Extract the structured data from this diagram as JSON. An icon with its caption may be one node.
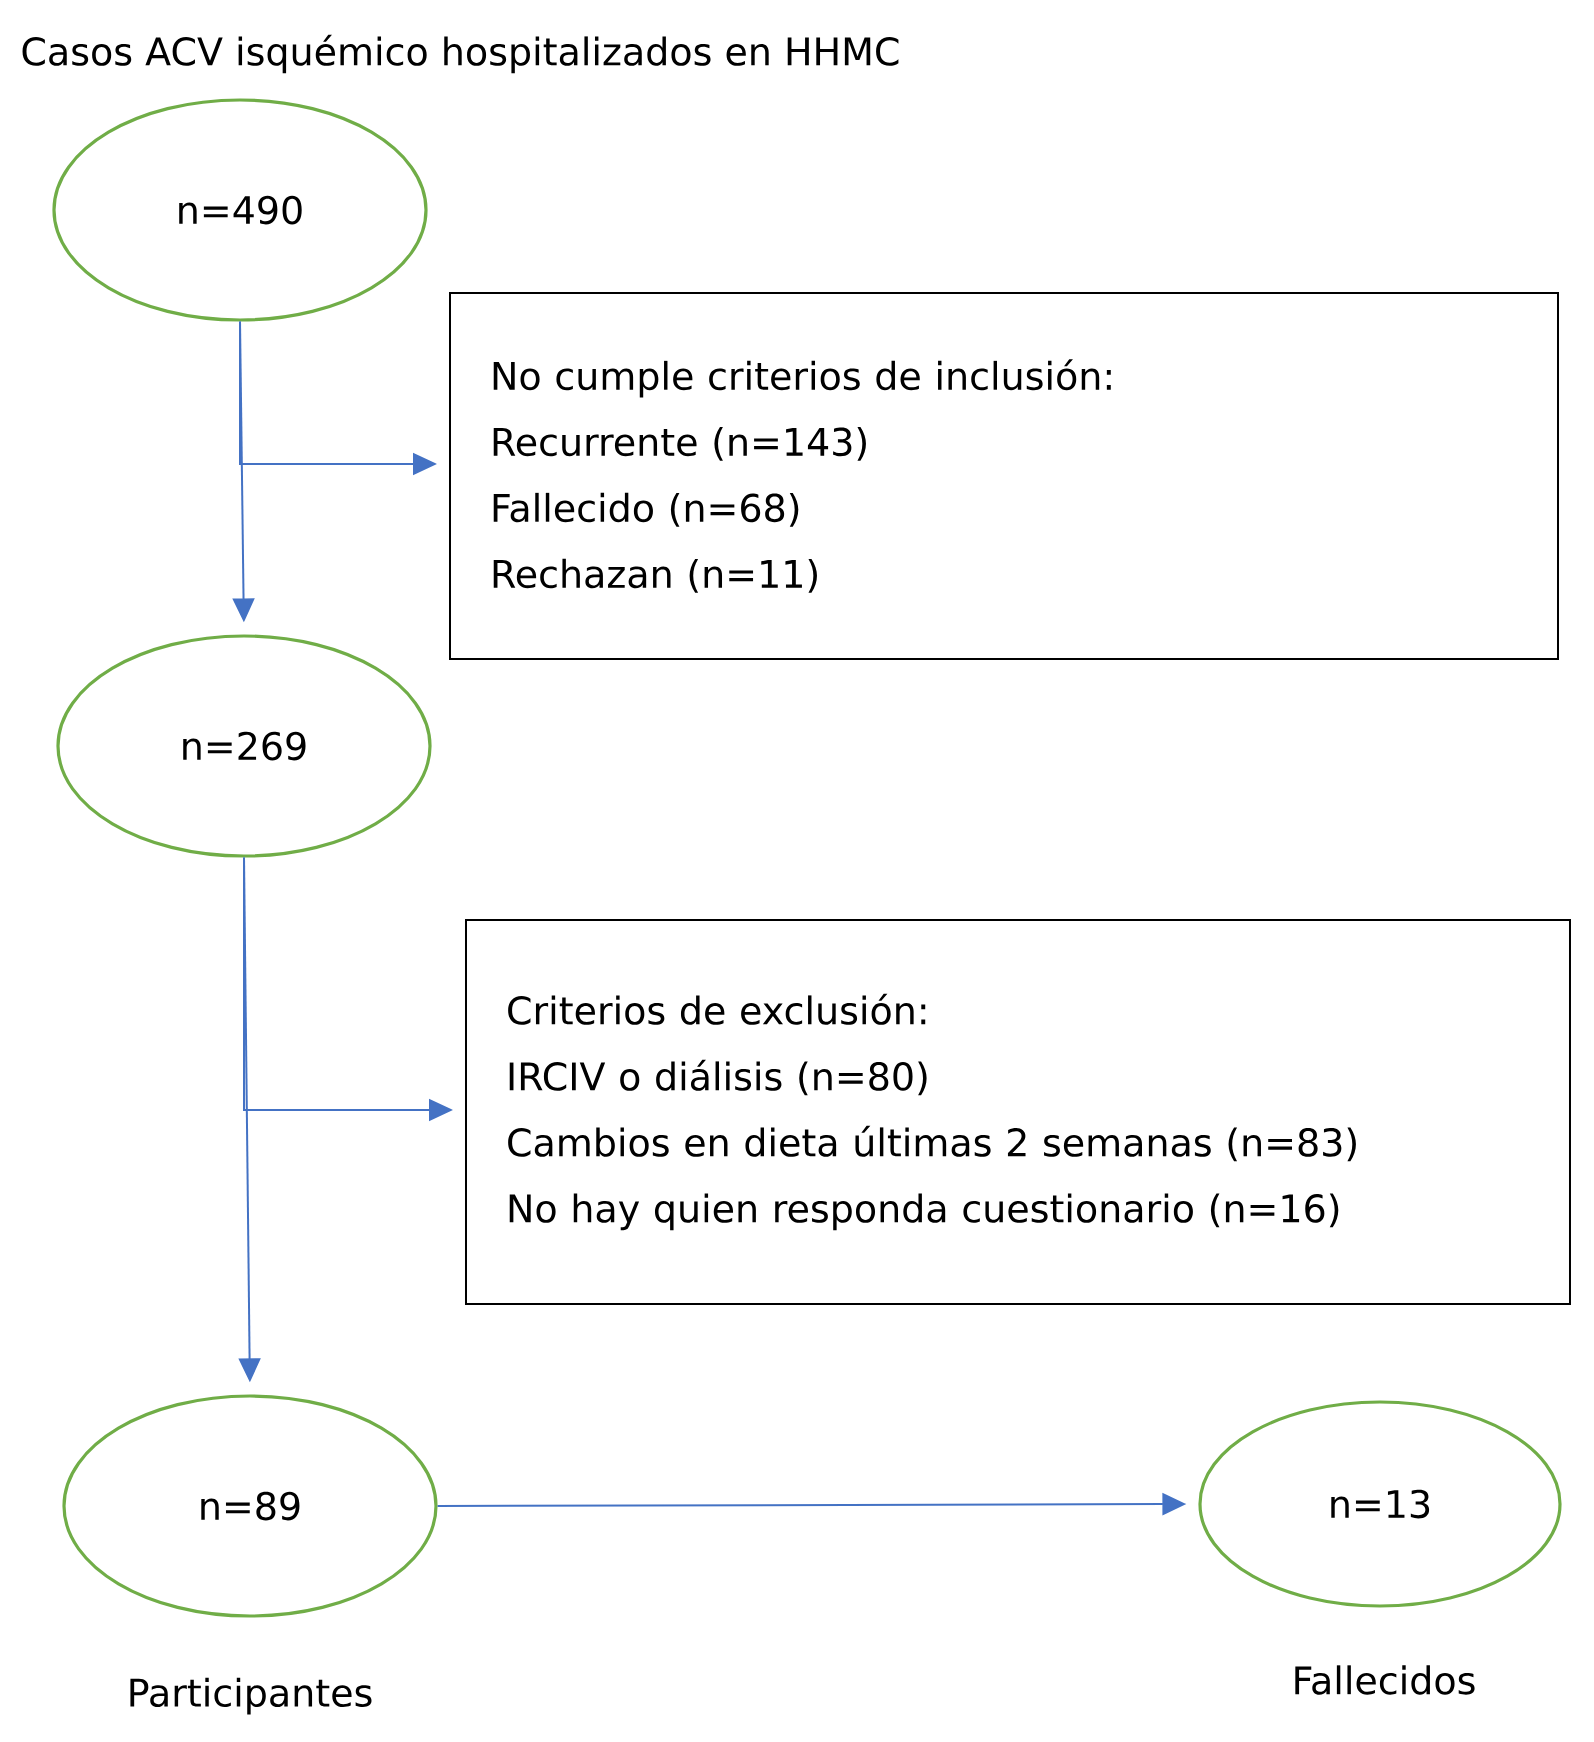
{
  "diagram": {
    "title": "Casos ACV isquémico hospitalizados en HHMC",
    "nodes": [
      {
        "text": [
          "n=490"
        ]
      },
      {
        "text": [
          "No cumple criterios de inclusión:",
          "Recurrente (n=143)",
          "Fallecido (n=68)",
          "Rechazan (n=11)"
        ]
      },
      {
        "text": [
          "n=269"
        ]
      },
      {
        "text": [
          "Criterios de exclusión:",
          "IRCIV o diálisis (n=80)",
          "Cambios en dieta últimas 2 semanas (n=83)",
          "No hay quien responda cuestionario (n=16)"
        ]
      },
      {
        "text": [
          "n=89"
        ],
        "beside": [
          "Participantes"
        ]
      },
      {
        "text": [
          "n=13"
        ],
        "beside": [
          "Fallecidos"
        ]
      }
    ],
    "edges": [
      {
        "from": 0,
        "to": 2,
        "arrow": "to"
      },
      {
        "from": 0,
        "to": 1,
        "arrow": "to"
      },
      {
        "from": 2,
        "to": 4,
        "arrow": "to"
      },
      {
        "from": 2,
        "to": 3,
        "arrow": "to"
      },
      {
        "from": 4,
        "to": 5,
        "arrow": "to"
      }
    ]
  }
}
